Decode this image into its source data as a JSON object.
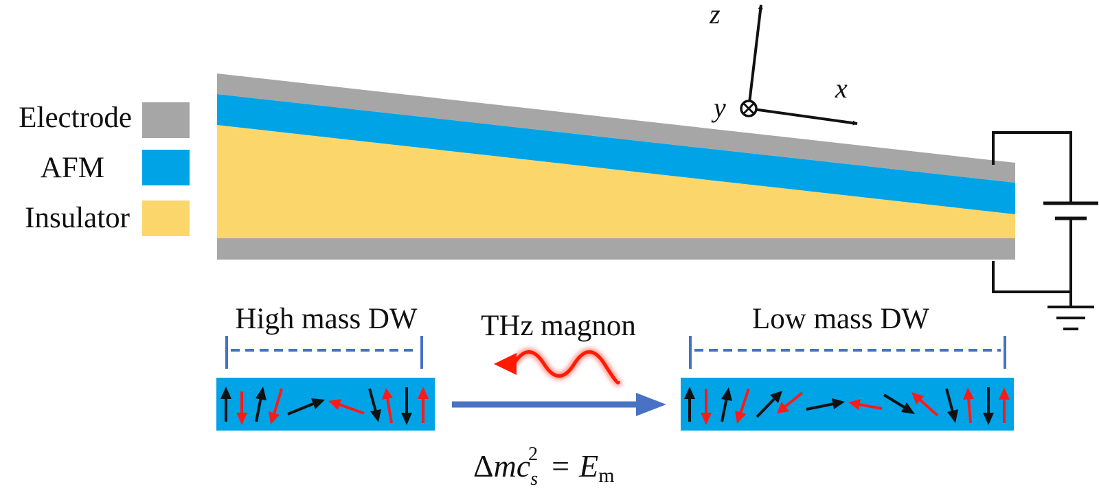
{
  "legend": {
    "items": [
      {
        "label": "Electrode",
        "color": "#a6a6a6"
      },
      {
        "label": "AFM",
        "color": "#00a3e6"
      },
      {
        "label": "Insulator",
        "color": "#fbd76b"
      }
    ]
  },
  "axes": {
    "z": "z",
    "x": "x",
    "y": "y"
  },
  "domain_walls": {
    "left_title": "High mass DW",
    "right_title": "Low mass DW"
  },
  "magnon_label": "THz magnon",
  "equation": {
    "delta": "Δ",
    "m": "m",
    "c": "c",
    "sub": "s",
    "sup": "2",
    "eq": "=",
    "E": "E",
    "E_sub": "m"
  },
  "colors": {
    "electrode": "#a6a6a6",
    "afm": "#00a3e6",
    "insulator": "#fbd76b",
    "bracket": "#4472c4",
    "arrow_flow": "#4a72c4",
    "magnon": "#ff1a00",
    "spin_red": "#ff1a1a",
    "spin_black": "#111111"
  }
}
